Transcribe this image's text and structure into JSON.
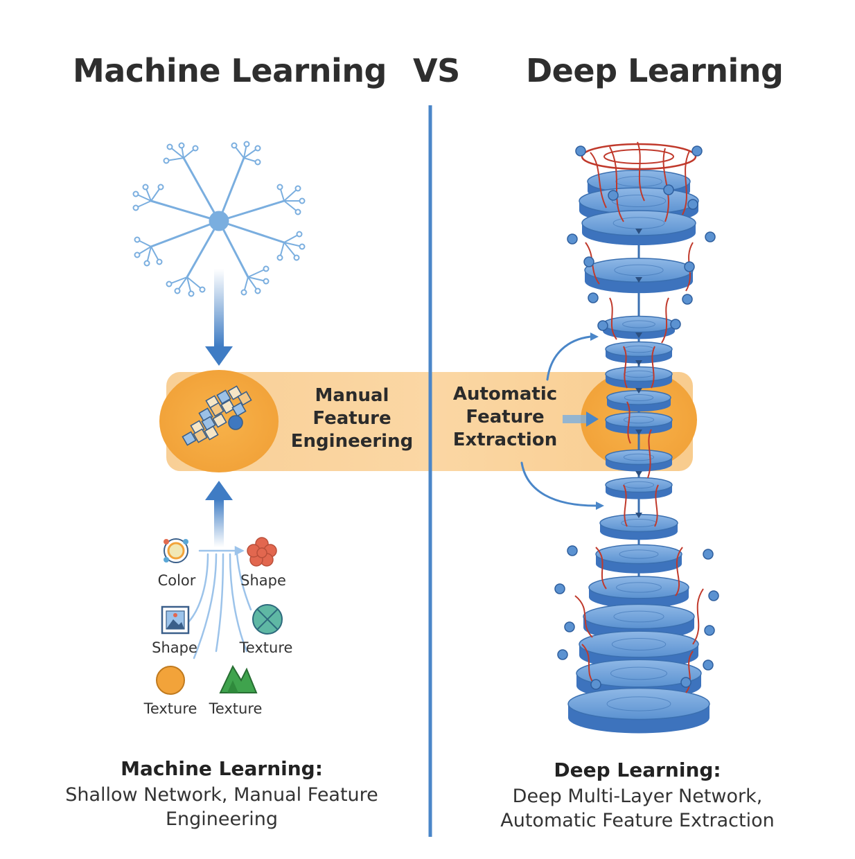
{
  "header": {
    "left_title": "Machine Learning",
    "vs": "VS",
    "right_title": "Deep Learning"
  },
  "band": {
    "left_label_lines": [
      "Manual",
      "Feature",
      "Engineering"
    ],
    "right_label_lines": [
      "Automatic",
      "Feature",
      "Extraction"
    ]
  },
  "features": [
    {
      "label": "Color",
      "icon": "color-palette-icon"
    },
    {
      "label": "Shape",
      "icon": "flower-shape-icon"
    },
    {
      "label": "Shape",
      "icon": "picture-frame-icon"
    },
    {
      "label": "Texture",
      "icon": "crossed-circle-icon"
    },
    {
      "label": "Texture",
      "icon": "orange-circle-icon"
    },
    {
      "label": "Texture",
      "icon": "green-mountains-icon"
    }
  ],
  "captions": {
    "left": {
      "title": "Machine Learning:",
      "lines": [
        "Shallow Network, Manual Feature",
        "Engineering"
      ]
    },
    "right": {
      "title": "Deep Learning:",
      "lines": [
        "Deep Multi-Layer Network,",
        "Automatic Feature Extraction"
      ]
    }
  },
  "colors": {
    "accent_blue": "#4a86c8",
    "band_orange": "#f7c98a",
    "node_orange": "#f2a33a",
    "wire_red": "#c0392b"
  }
}
